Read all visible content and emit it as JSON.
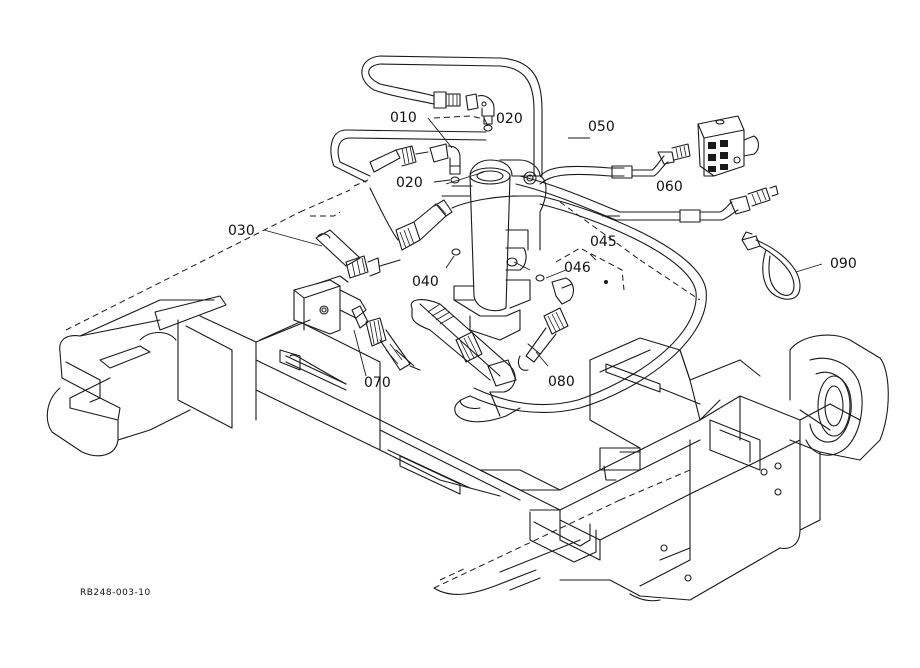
{
  "diagram": {
    "drawing_code": "RB248-003-10",
    "parts": [
      {
        "id": "p010",
        "label": "010"
      },
      {
        "id": "p020a",
        "label": "020"
      },
      {
        "id": "p020b",
        "label": "020"
      },
      {
        "id": "p030",
        "label": "030"
      },
      {
        "id": "p040",
        "label": "040"
      },
      {
        "id": "p045",
        "label": "045"
      },
      {
        "id": "p046",
        "label": "046"
      },
      {
        "id": "p050",
        "label": "050"
      },
      {
        "id": "p060",
        "label": "060"
      },
      {
        "id": "p070",
        "label": "070"
      },
      {
        "id": "p080",
        "label": "080"
      },
      {
        "id": "p090",
        "label": "090"
      }
    ]
  }
}
